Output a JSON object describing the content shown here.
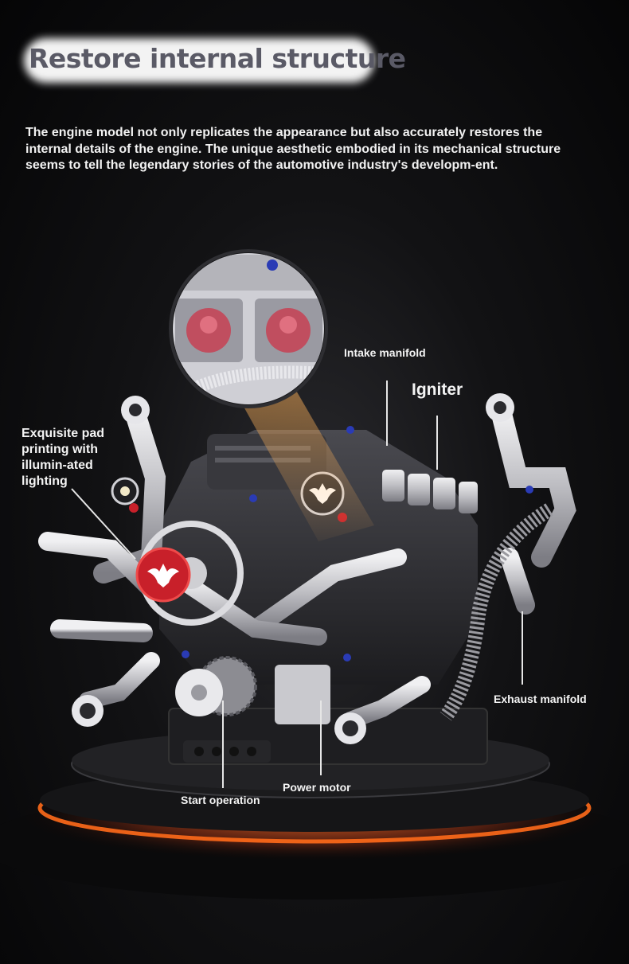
{
  "header": {
    "title": "Restore internal structure",
    "description": "The engine model not only replicates the appearance but also accurately restores the internal details of the engine. The unique aesthetic embodied in its mechanical structure seems to tell the legendary stories of the automotive industry's developm-ent."
  },
  "callouts": {
    "intake_manifold": "Intake manifold",
    "igniter": "Igniter",
    "pad_printing": "Exquisite pad printing with illumin-ated lighting",
    "exhaust_manifold": "Exhaust manifold",
    "start_operation": "Start operation",
    "power_motor": "Power motor"
  },
  "colors": {
    "glow_orange": "#ff6a1a",
    "accent_red": "#c8202a",
    "metal_silver": "#cfcfd3",
    "block_dark": "#2b2b2e",
    "pin_blue": "#2a3bb5"
  },
  "product": {
    "icons": [
      "bat-emblem-icon",
      "bat-emblem-icon"
    ]
  }
}
